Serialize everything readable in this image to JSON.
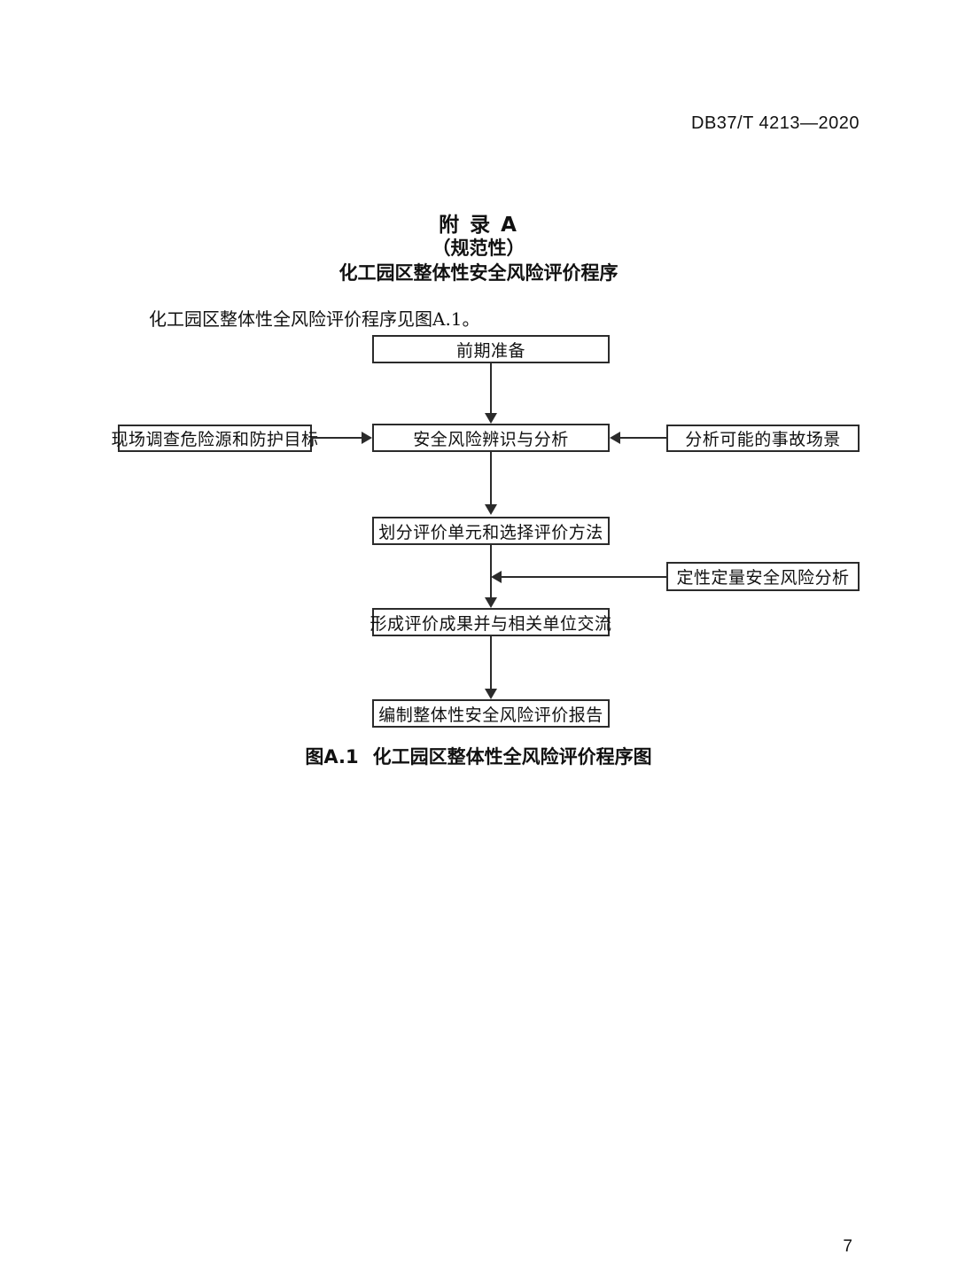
{
  "document": {
    "header_standard_number": "DB37/T 4213—2020",
    "page_number": "7"
  },
  "annex": {
    "title": "附 录 A",
    "kind": "（规范性）",
    "subject": "化工园区整体性安全风险评价程序"
  },
  "body": {
    "paragraph": "化工园区整体性全风险评价程序见图A.1。"
  },
  "figure": {
    "caption_number": "图A.1",
    "caption_text": "化工园区整体性全风险评价程序图"
  },
  "flowchart": {
    "nodes": [
      {
        "id": "prep",
        "label": "前期准备"
      },
      {
        "id": "identify",
        "label": "安全风险辨识与分析"
      },
      {
        "id": "survey",
        "label": "现场调查危险源和防护目标"
      },
      {
        "id": "scenario",
        "label": "分析可能的事故场景"
      },
      {
        "id": "unit-method",
        "label": "划分评价单元和选择评价方法"
      },
      {
        "id": "quant",
        "label": "定性定量安全风险分析"
      },
      {
        "id": "results",
        "label": "形成评价成果并与相关单位交流"
      },
      {
        "id": "report",
        "label": "编制整体性安全风险评价报告"
      }
    ],
    "edges": [
      {
        "from": "prep",
        "to": "identify",
        "direction": "down"
      },
      {
        "from": "survey",
        "to": "identify",
        "direction": "right"
      },
      {
        "from": "scenario",
        "to": "identify",
        "direction": "left"
      },
      {
        "from": "identify",
        "to": "unit-method",
        "direction": "down"
      },
      {
        "from": "unit-method",
        "to": "results",
        "direction": "down"
      },
      {
        "from": "quant",
        "to": "results",
        "direction": "left-then-down"
      },
      {
        "from": "results",
        "to": "report",
        "direction": "down"
      }
    ]
  },
  "colors": {
    "ink": "#111111",
    "stroke": "#2b2b2b",
    "background": "#ffffff"
  }
}
